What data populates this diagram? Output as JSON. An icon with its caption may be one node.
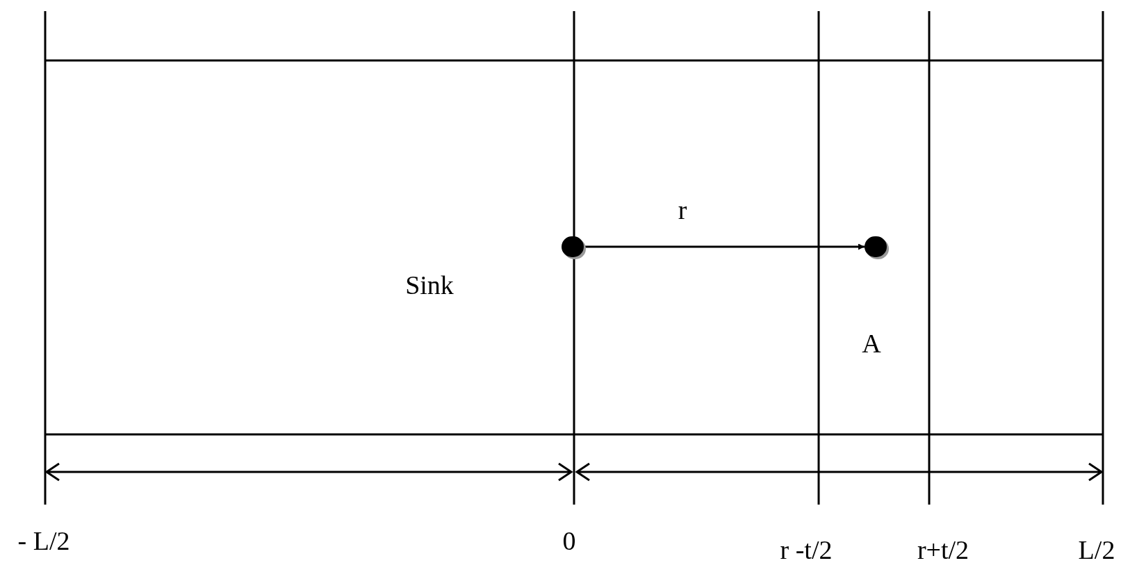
{
  "diagram": {
    "nodes": [
      {
        "text": [],
        "shape": "circle"
      },
      {
        "text": [],
        "shape": "circle"
      }
    ],
    "edges": [
      {
        "from": 0,
        "to": 1,
        "arrow": "to",
        "label": "r"
      }
    ],
    "labels": [
      "Sink",
      "A",
      "- L/2",
      "0",
      "r -t/2",
      "r+t/2",
      "L/2"
    ]
  }
}
